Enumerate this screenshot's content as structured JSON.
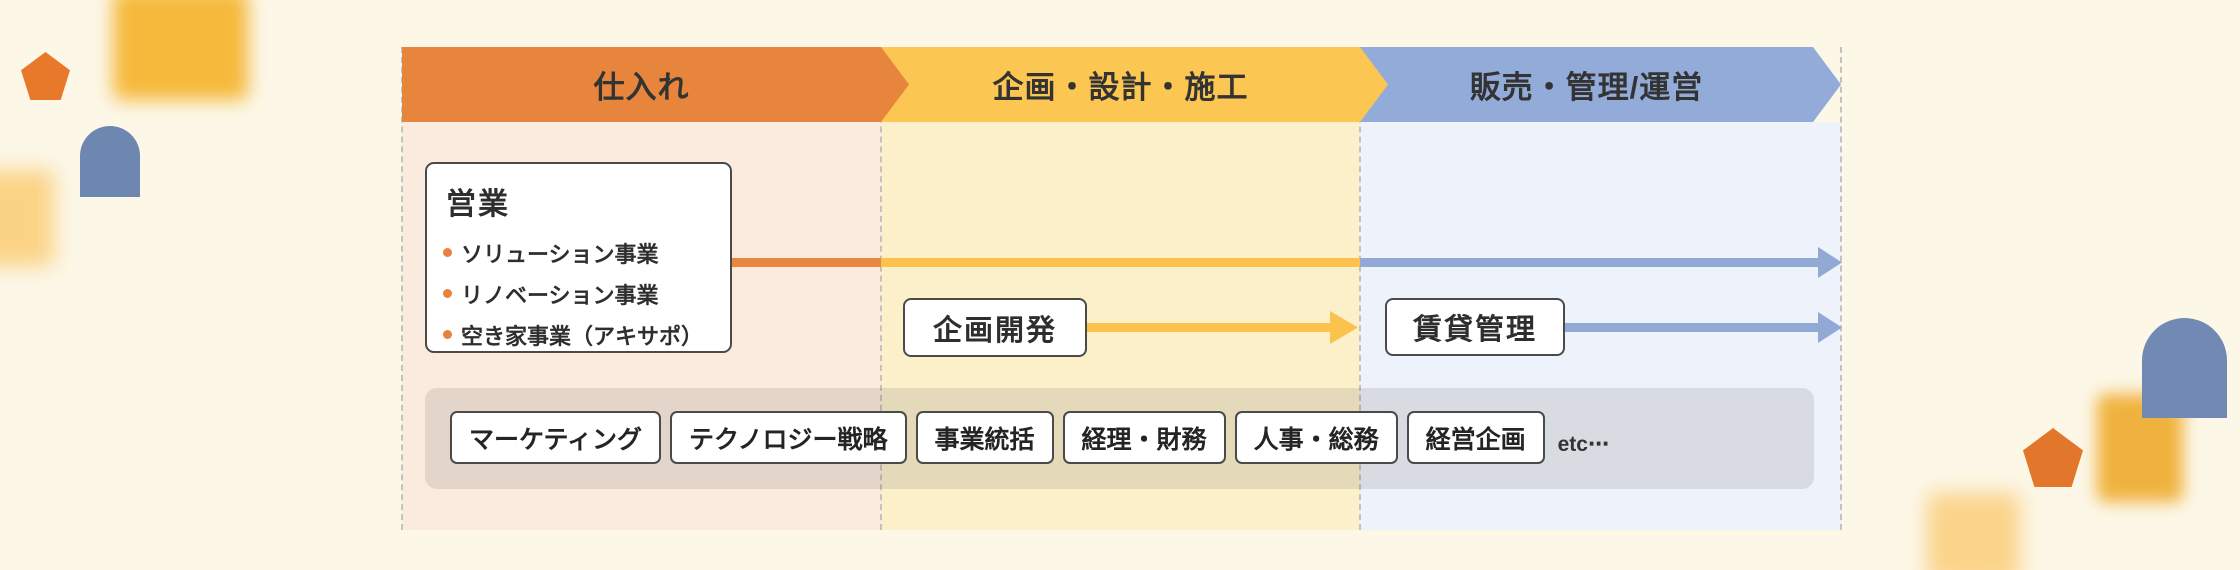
{
  "diagram": {
    "stages": [
      {
        "label": "仕入れ"
      },
      {
        "label": "企画・設計・施工"
      },
      {
        "label": "販売・管理/運営"
      }
    ],
    "sales": {
      "title": "営業",
      "items": [
        {
          "label": "ソリューション事業"
        },
        {
          "label": "リノベーション事業"
        },
        {
          "label": "空き家事業（アキサポ）"
        }
      ]
    },
    "planning": {
      "label": "企画開発"
    },
    "rental": {
      "label": "賃貸管理"
    },
    "support": {
      "items": [
        {
          "label": "マーケティング"
        },
        {
          "label": "テクノロジー戦略"
        },
        {
          "label": "事業統括"
        },
        {
          "label": "経理・財務"
        },
        {
          "label": "人事・総務"
        },
        {
          "label": "経営企画"
        }
      ],
      "etc_label": "etc⋯"
    }
  },
  "colors": {
    "canvas_bg": "#FCF7E7",
    "stage1": "#E8853D",
    "stage2": "#FBC651",
    "stage3": "#93ABD9",
    "col1_bg": "#FBEBDF",
    "col2_bg": "#FCF0CB",
    "col3_bg": "#EDF2FB",
    "arrow_orange": "#E8873F",
    "arrow_yellow": "#FBC24E",
    "arrow_blue": "#92A9D6",
    "bullet": "#E8823C",
    "support_band": "rgba(108,102,96,0.16)",
    "deco_pentagon_left": "#E8782A",
    "deco_pentagon_right": "#E2772C",
    "deco_arch_left": "#6E87B0",
    "deco_arch_right": "#7289B4",
    "deco_square_yellow_left": "#F5B93B",
    "deco_square_yellow_right": "#F0B23E",
    "deco_square_pale_left": "#FBD387",
    "deco_square_pale_right": "#FBD38A"
  }
}
